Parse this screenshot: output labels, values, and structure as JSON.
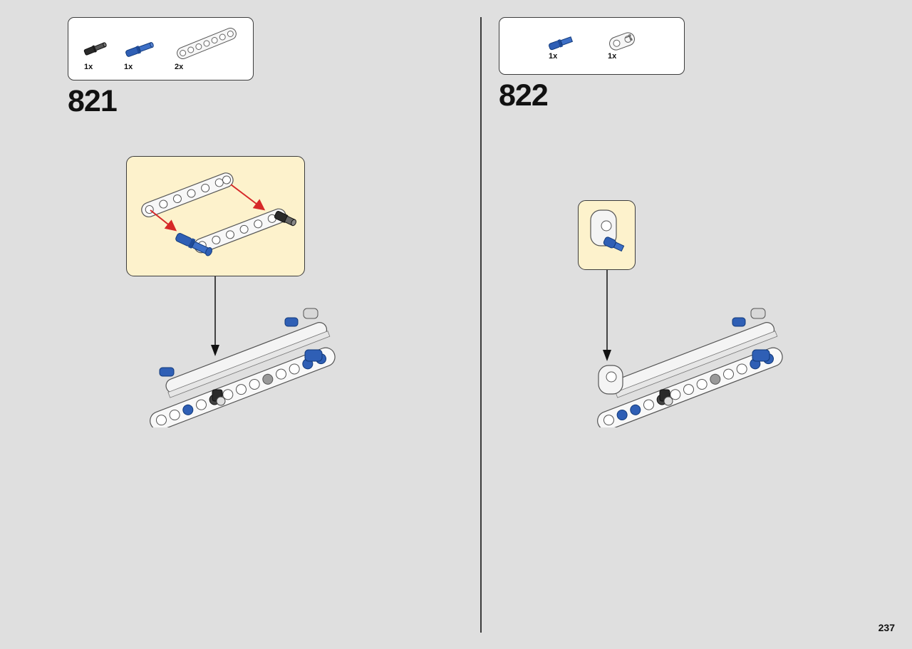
{
  "page": {
    "number": "237"
  },
  "steps": [
    {
      "number": "821",
      "parts": [
        {
          "icon": "black-friction-axle-pin-icon",
          "qty": "1x",
          "color": "#2a2a2a"
        },
        {
          "icon": "blue-axle-pin-icon",
          "qty": "1x",
          "color": "#2f5fb5"
        },
        {
          "icon": "white-7-hole-beam-icon",
          "qty": "2x",
          "color": "#f4f4f4"
        }
      ]
    },
    {
      "number": "822",
      "parts": [
        {
          "icon": "blue-axle-pin-icon",
          "qty": "1x",
          "color": "#2f5fb5"
        },
        {
          "icon": "white-cross-block-icon",
          "qty": "1x",
          "color": "#f4f4f4"
        }
      ]
    }
  ],
  "colors": {
    "background": "#dfdfdf",
    "callout": "#fdf2cc",
    "assembly_arrow": "#d62828",
    "blue_part": "#2f5fb5",
    "outline": "#3c3c3c"
  }
}
